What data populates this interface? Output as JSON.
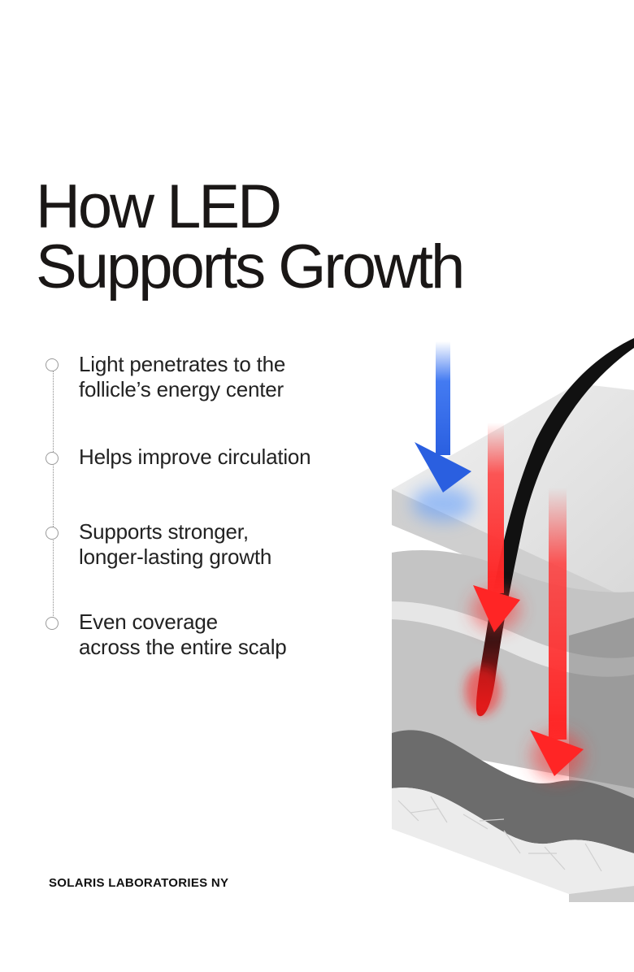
{
  "title": {
    "line1": "How LED",
    "line2": "Supports Growth"
  },
  "benefits": [
    {
      "line1": "Light penetrates to the",
      "line2": "follicle’s energy center"
    },
    {
      "line1": "Helps improve circulation",
      "line2": ""
    },
    {
      "line1": "Supports stronger,",
      "line2": "longer-lasting growth"
    },
    {
      "line1": "Even coverage",
      "line2": "across the entire scalp"
    }
  ],
  "brand": "SOLARIS LABORATORIES NY",
  "colors": {
    "text": "#1a1716",
    "blue_light": "#2f6cf0",
    "red_light": "#ff2a2a",
    "skin_top": "#e2e2e2",
    "skin_mid": "#b9b9b9",
    "skin_dark": "#6e6e6e"
  },
  "icons": [
    "bullet-circle-icon",
    "scalp-cross-section-illustration",
    "blue-light-arrow-icon",
    "red-light-arrow-icon",
    "hair-strand-icon"
  ]
}
